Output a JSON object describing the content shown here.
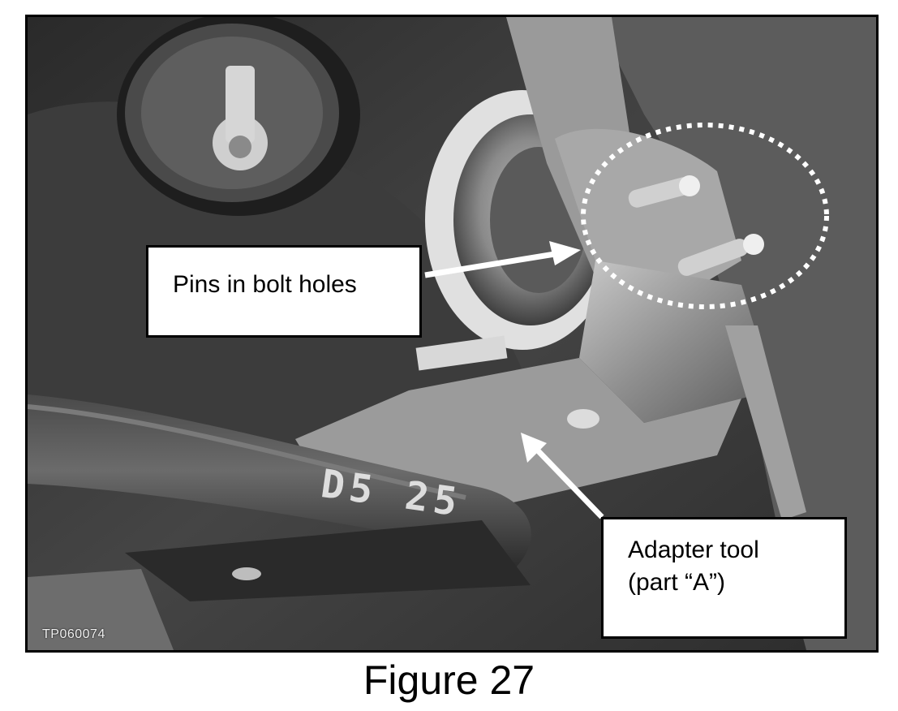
{
  "figure": {
    "caption": "Figure 27",
    "photo_code": "TP060074",
    "stencil_marking": "D5 25"
  },
  "callouts": {
    "pins": {
      "text": "Pins in bolt holes"
    },
    "adapter": {
      "line1": "Adapter tool",
      "line2": "(part “A”)"
    }
  },
  "colors": {
    "frame": "#000000",
    "callout_bg": "#ffffff",
    "dotted_circle": "#ffffff",
    "arrow": "#ffffff"
  }
}
